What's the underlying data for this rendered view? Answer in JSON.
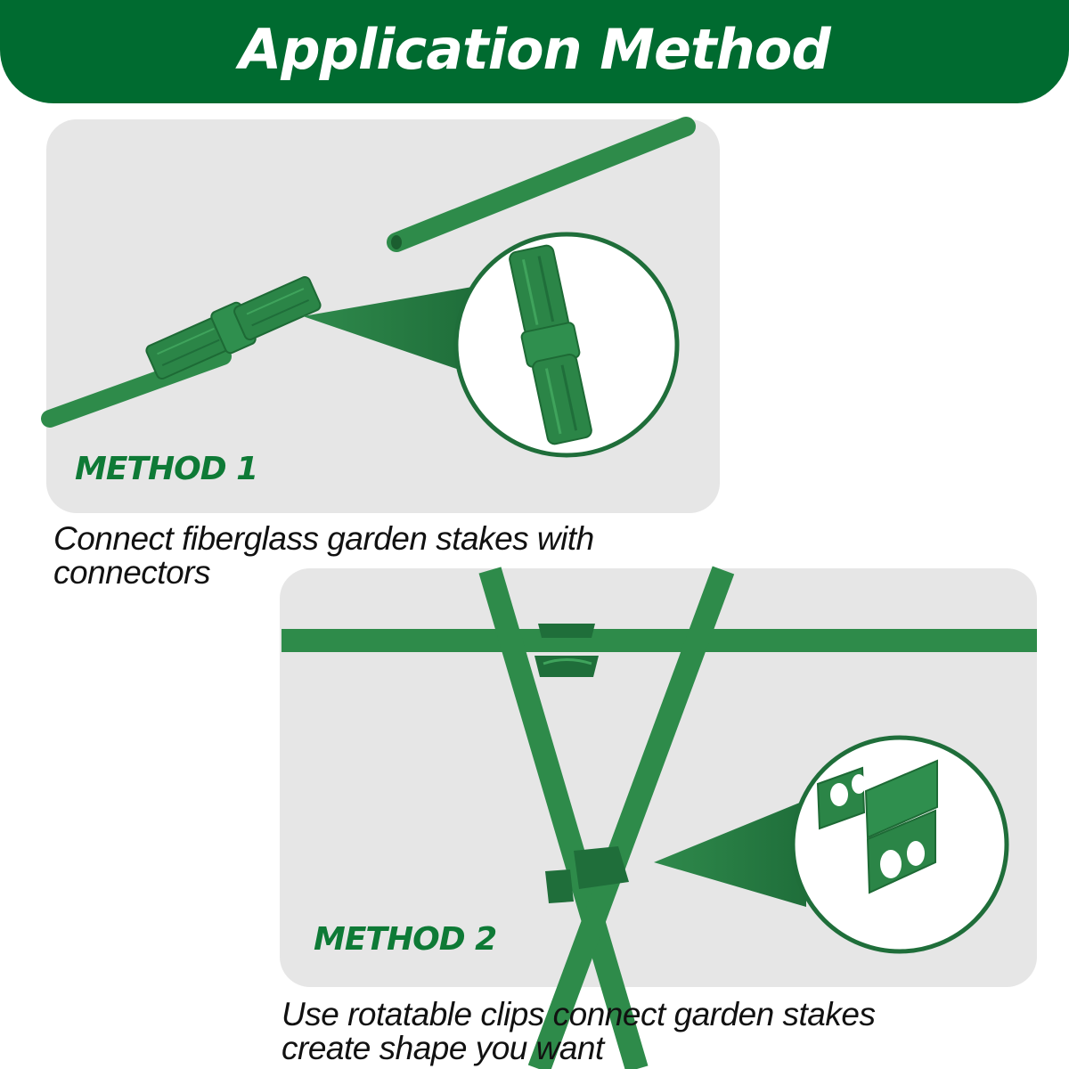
{
  "header": {
    "title": "Application Method"
  },
  "method_1": {
    "label": "METHOD 1",
    "description_line_1": "Connect fiberglass garden stakes with",
    "description_line_2": "connectors"
  },
  "method_2": {
    "label": "METHOD 2",
    "description_line_1": "Use rotatable clips connect garden stakes",
    "description_line_2": "create shape you want"
  },
  "colors": {
    "brand_green": "#006b30",
    "stake_green": "#2e8b4a",
    "label_green": "#0e7a36",
    "panel_gray": "#e6e6e6"
  },
  "icons": [
    "stake-connector-icon",
    "stake-clip-icon"
  ]
}
